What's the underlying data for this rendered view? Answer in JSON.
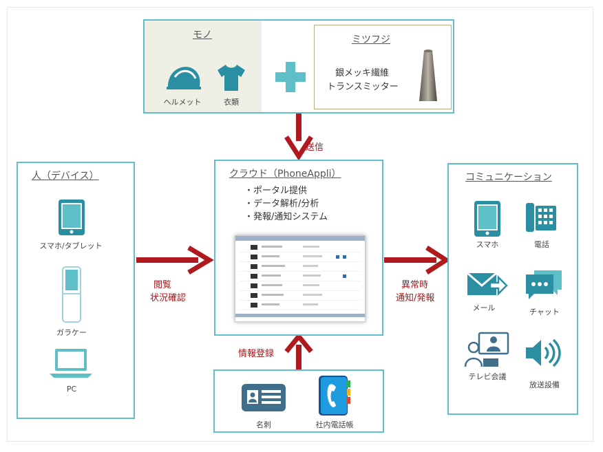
{
  "colors": {
    "accent": "#5fbfc8",
    "arrow": "#b01a1e",
    "icon": "#2a8fa3",
    "icon_dark": "#3f6f8a"
  },
  "mono": {
    "title": "モノ",
    "items": [
      {
        "label": "ヘルメット",
        "icon": "helmet-icon"
      },
      {
        "label": "衣類",
        "icon": "shirt-icon"
      }
    ],
    "plus_icon": "plus-icon"
  },
  "mitsufuji": {
    "title": "ミツフジ",
    "line1": "銀メッキ繊維",
    "line2": "トランスミッター",
    "icon": "thread-spool-icon"
  },
  "send_label": "送信",
  "person": {
    "title": "人（デバイス）",
    "items": [
      {
        "label": "スマホ/タブレット",
        "icon": "smartphone-tablet-icon"
      },
      {
        "label": "ガラケー",
        "icon": "feature-phone-icon"
      },
      {
        "label": "PC",
        "icon": "laptop-icon"
      }
    ]
  },
  "view_label": {
    "line1": "閲覧",
    "line2": "状況確認"
  },
  "cloud": {
    "title": "クラウド（PhoneAppli）",
    "bullets": [
      "・ポータル提供",
      "・データ解析/分析",
      "・発報/通知システム"
    ]
  },
  "alert_label": {
    "line1": "異常時",
    "line2": "通知/発報"
  },
  "comm": {
    "title": "コミュニケーション",
    "items": [
      {
        "label": "スマホ",
        "icon": "smartphone-icon"
      },
      {
        "label": "電話",
        "icon": "desk-phone-icon"
      },
      {
        "label": "メール",
        "icon": "mail-icon"
      },
      {
        "label": "チャット",
        "icon": "chat-icon"
      },
      {
        "label": "テレビ会議",
        "icon": "video-conference-icon"
      },
      {
        "label": "放送設備",
        "icon": "speaker-icon"
      }
    ]
  },
  "register_label": "情報登録",
  "bottom": {
    "items": [
      {
        "label": "名刺",
        "icon": "business-card-icon"
      },
      {
        "label": "社内電話帳",
        "icon": "phonebook-icon"
      }
    ]
  }
}
